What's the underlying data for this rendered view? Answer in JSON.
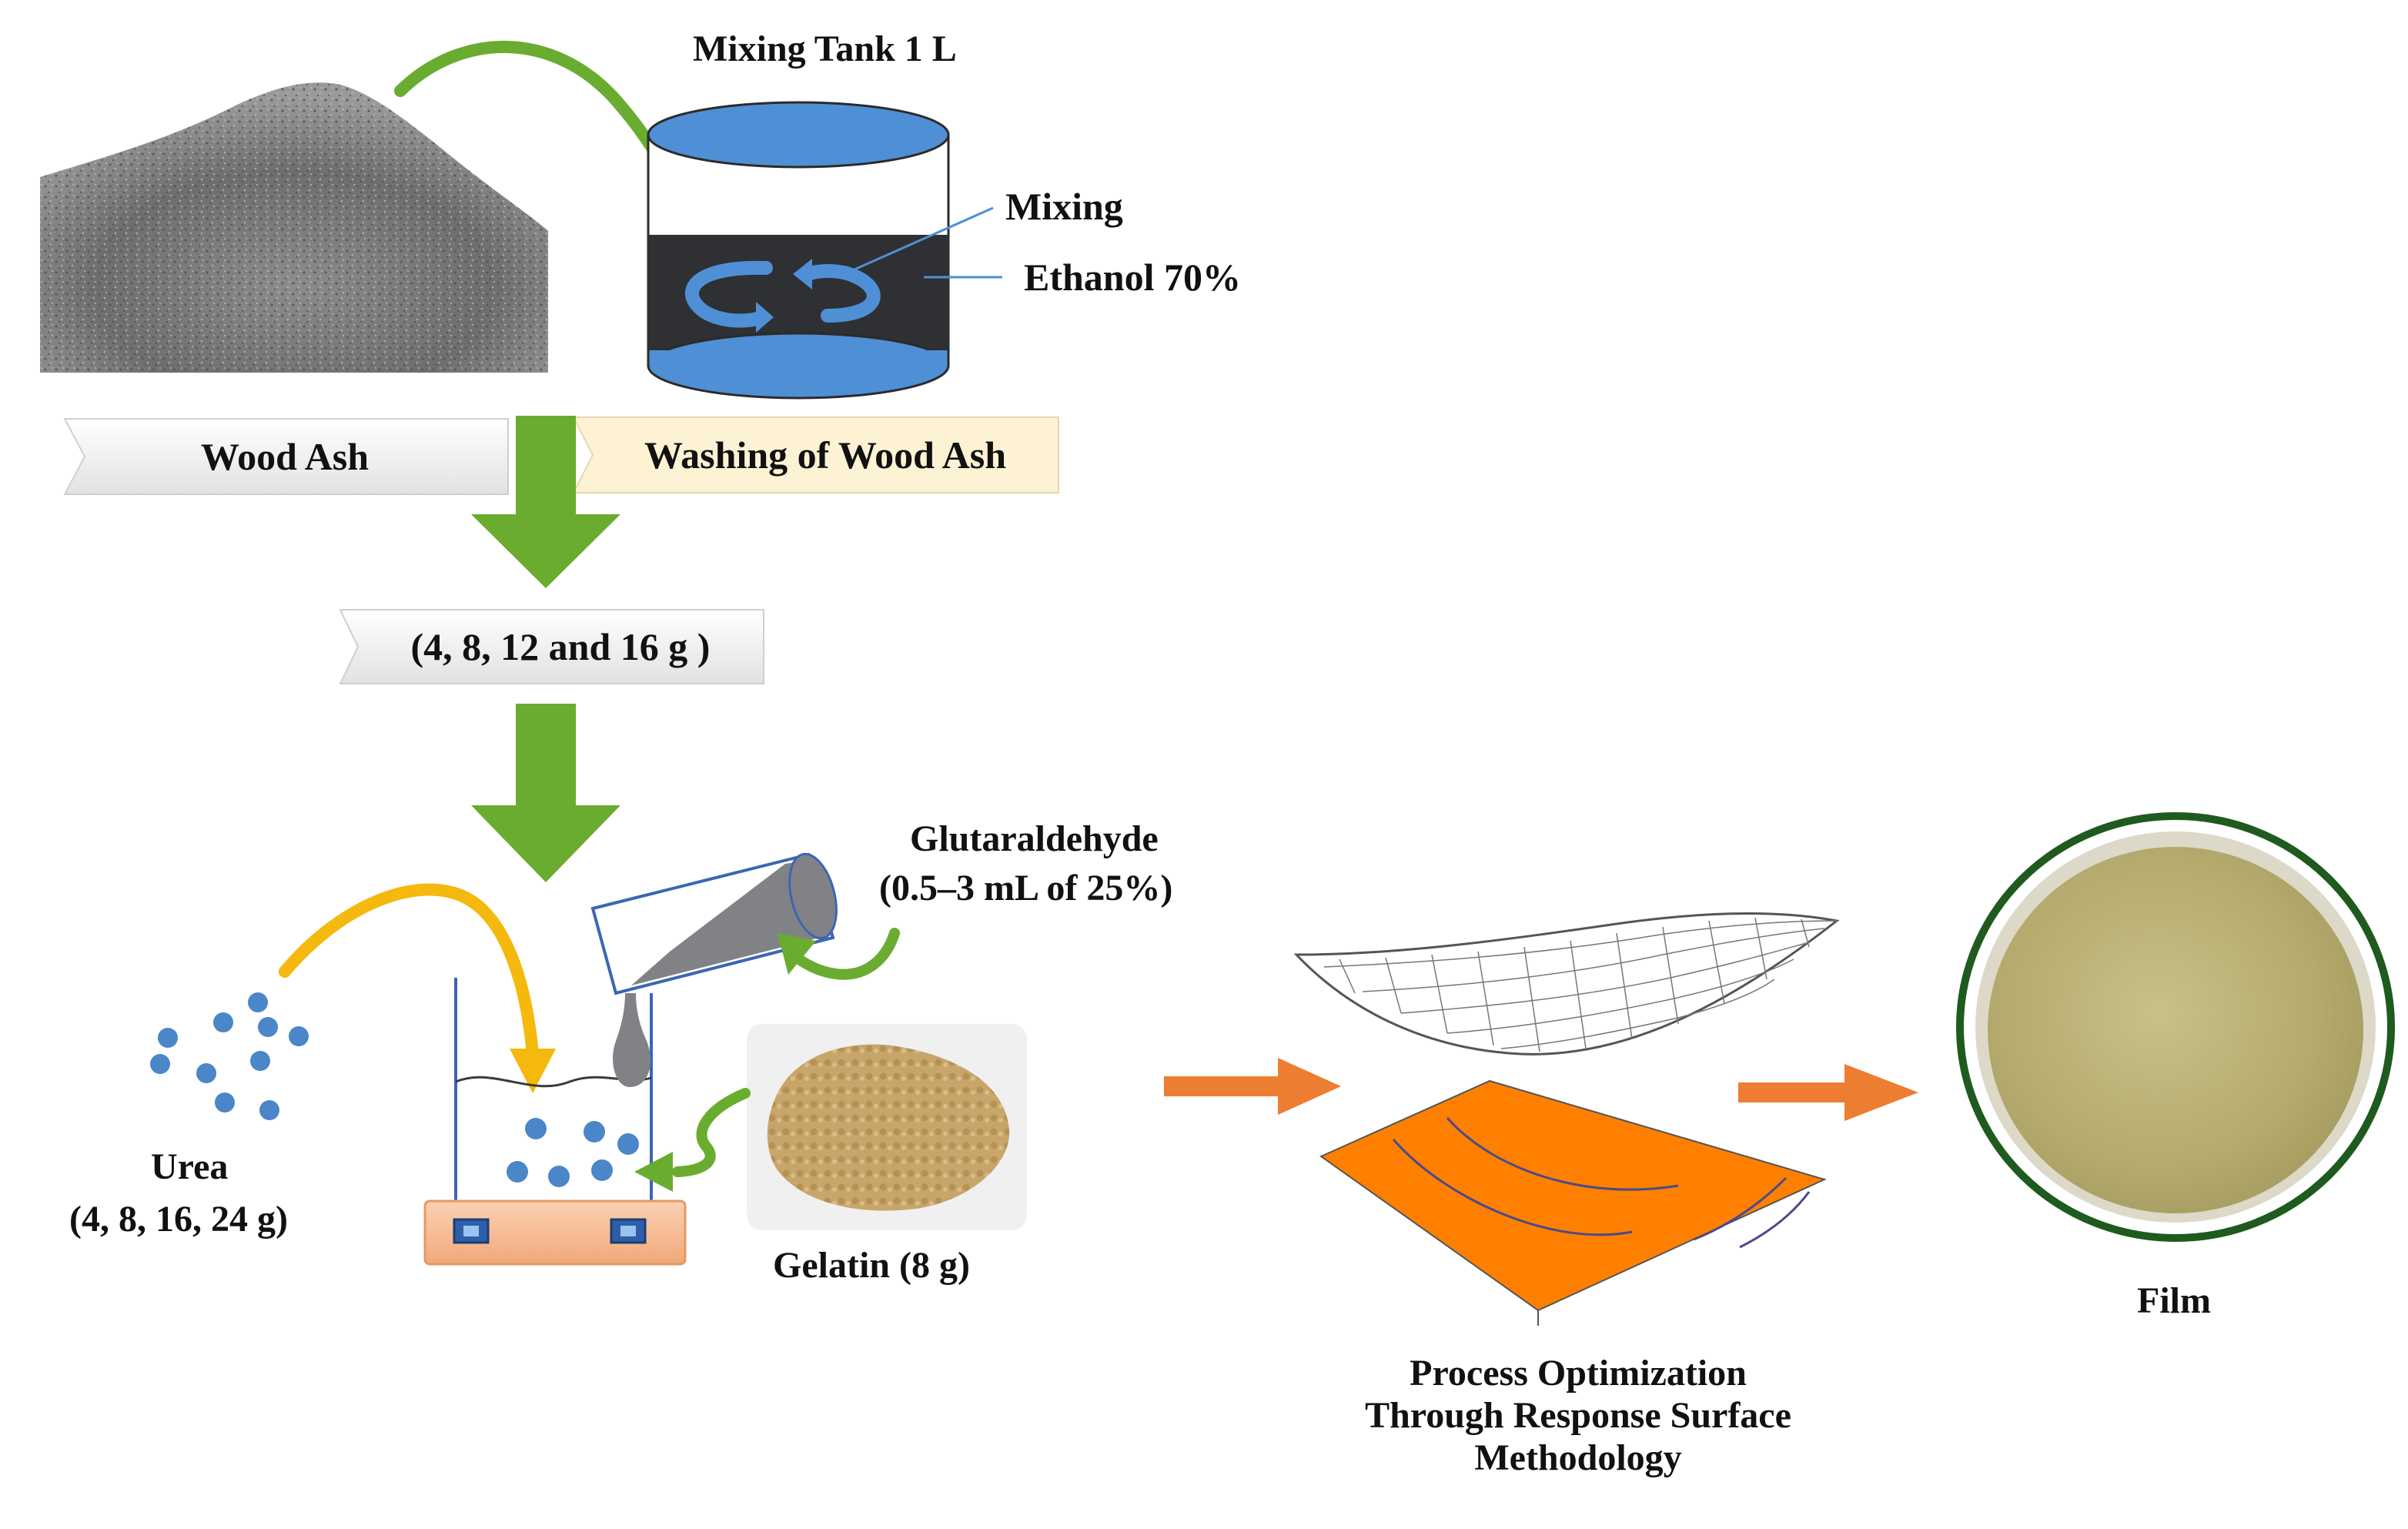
{
  "labels": {
    "mixing_tank": "Mixing Tank 1 L",
    "mixing": "Mixing",
    "ethanol": "Ethanol 70%",
    "wood_ash": "Wood Ash",
    "washing": "Washing of Wood Ash",
    "ash_amounts": "(4, 8, 12 and 16 g )",
    "glutaraldehyde_name": "Glutaraldehyde",
    "glutaraldehyde_amount": "(0.5–3 mL of 25%)",
    "urea_name": "Urea",
    "urea_amounts": "(4, 8, 16, 24 g)",
    "gelatin": "Gelatin (8 g)",
    "process_line1": "Process Optimization",
    "process_line2": "Through Response Surface",
    "process_line3": "Methodology",
    "film": "Film"
  },
  "colors": {
    "green_arrow": "#6aac2f",
    "yellow_arrow": "#f5b80d",
    "orange_arrow": "#ed7d31",
    "tank_blue": "#4f8fd6",
    "tank_band": "#2e3033",
    "bead_blue": "#4a86c8",
    "surface_orange": "#ff8000"
  },
  "icons": [
    "ash-pile-image",
    "mixing-tank-icon",
    "stir-arrows-icon",
    "pouring-beaker-icon",
    "hot-plate-icon",
    "urea-beads-icon",
    "gelatin-granules-image",
    "response-surface-icon",
    "petri-dish-film-image"
  ]
}
